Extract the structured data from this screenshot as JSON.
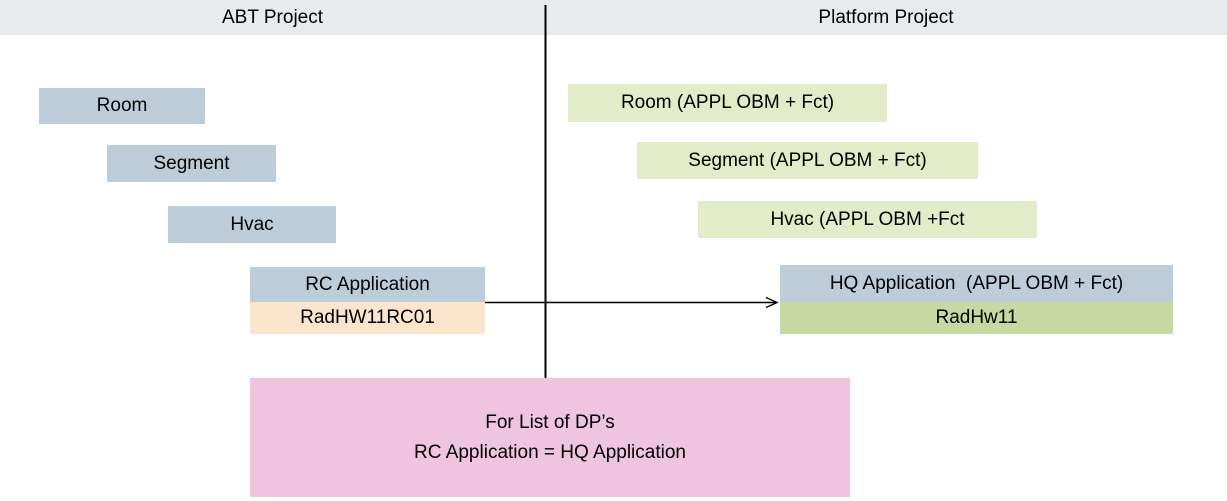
{
  "diagram": {
    "columns": {
      "left_title": "ABT Project",
      "right_title": "Platform Project"
    },
    "abt": {
      "room": "Room",
      "segment": "Segment",
      "hvac": "Hvac",
      "application": "RC Application",
      "application_instance": "RadHW11RC01"
    },
    "platform": {
      "room": "Room (APPL OBM + Fct)",
      "segment": "Segment (APPL OBM + Fct)",
      "hvac": "Hvac (APPL OBM +Fct",
      "application": "HQ Application  (APPL OBM + Fct)",
      "application_instance": "RadHw11"
    },
    "note": {
      "line1": "For List of DP’s",
      "line2": "RC Application = HQ Application"
    },
    "colors": {
      "header_band": "#e8ebee",
      "abt_box": "#bccdd9",
      "abt_instance_box": "#fce5cd",
      "platform_box": "#e2ecc9",
      "platform_instance_box": "#c7d9a0",
      "note_box": "#efc4df",
      "line": "#000000",
      "text": "#000000"
    }
  }
}
